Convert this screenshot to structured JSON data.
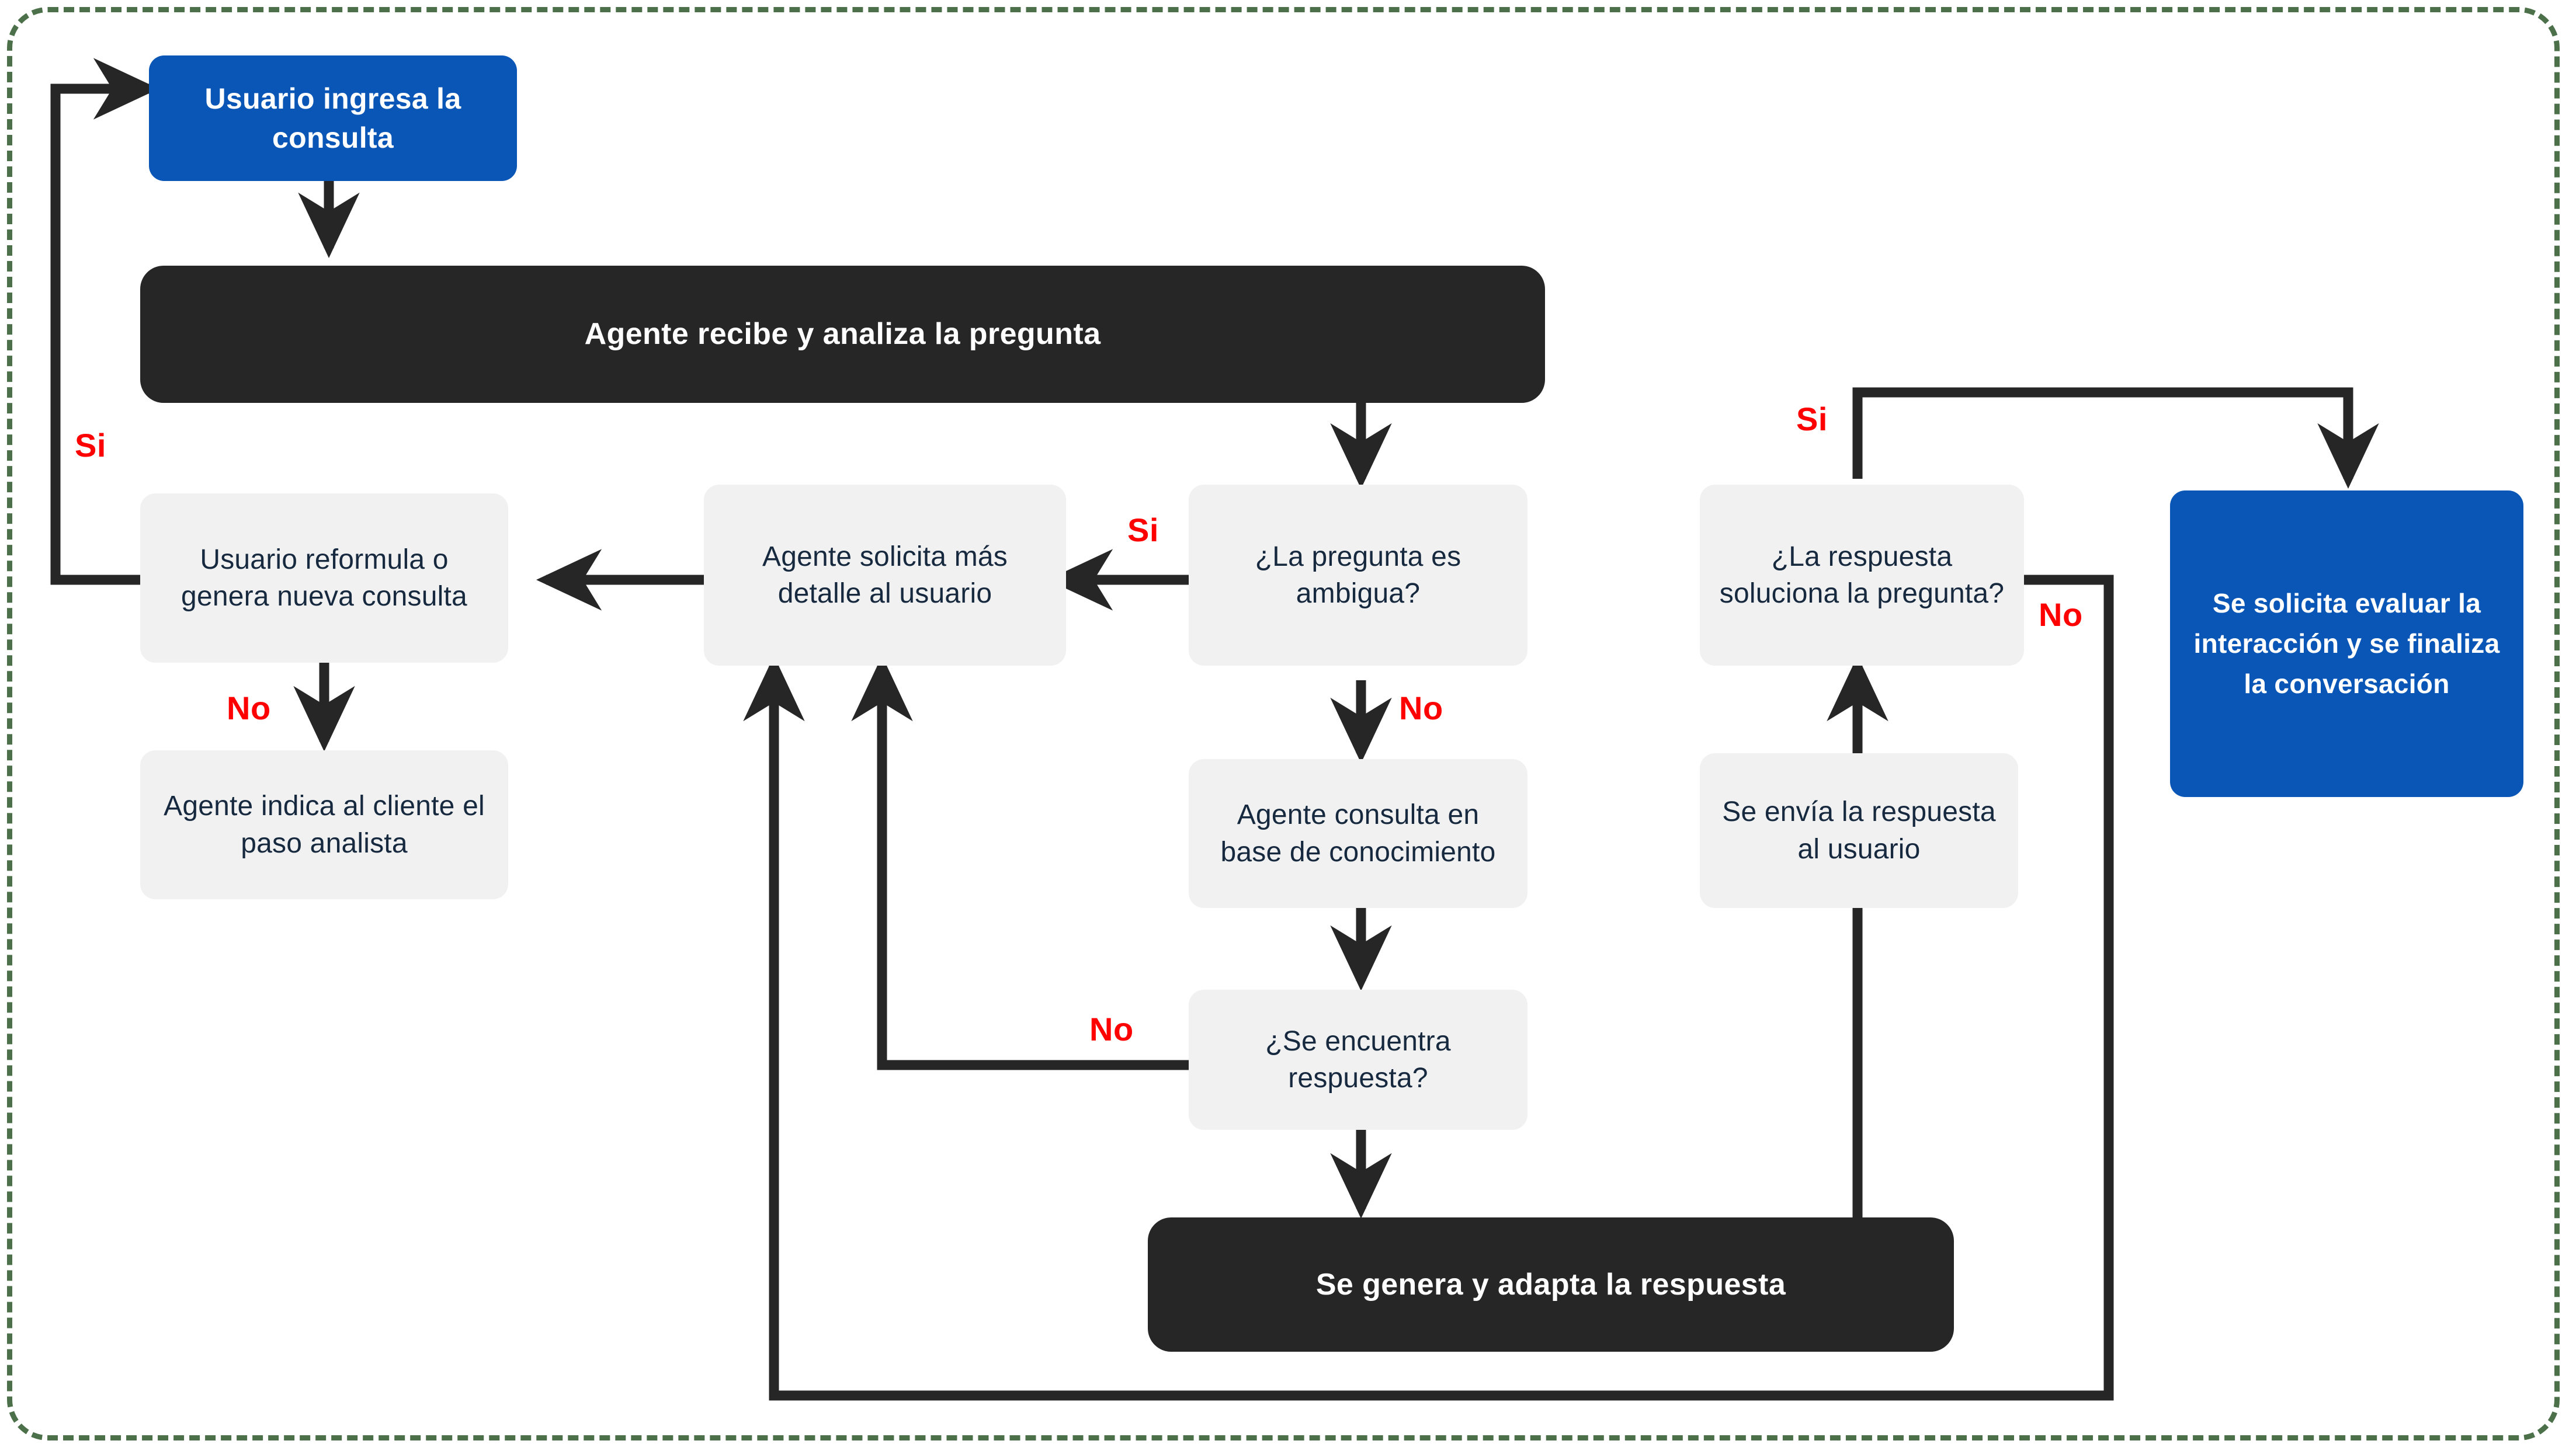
{
  "diagram": {
    "title_text_language": "es",
    "colors": {
      "frame_border": "#4c7049",
      "terminal_blue": "#0a56b7",
      "banner_dark": "#262626",
      "process_gray": "#f1f1f1",
      "process_text": "#16293f",
      "label_red": "#ff0000",
      "connector": "#262626",
      "canvas": "#ffffff"
    },
    "nodes": [
      {
        "id": "start",
        "kind": "terminal",
        "label": "Usuario ingresa la consulta"
      },
      {
        "id": "analiza",
        "kind": "banner",
        "label": "Agente recibe y analiza la pregunta"
      },
      {
        "id": "reformula",
        "kind": "process",
        "label": "Usuario reformula o genera nueva consulta"
      },
      {
        "id": "indica",
        "kind": "process",
        "label": "Agente indica al cliente el paso analista"
      },
      {
        "id": "solicita",
        "kind": "process",
        "label": "Agente solicita más detalle al usuario"
      },
      {
        "id": "ambigua",
        "kind": "decision",
        "label": "¿La pregunta es ambigua?"
      },
      {
        "id": "consulta_base",
        "kind": "process",
        "label": "Agente consulta en base de conocimiento"
      },
      {
        "id": "encuentra",
        "kind": "decision",
        "label": "¿Se encuentra respuesta?"
      },
      {
        "id": "genera",
        "kind": "banner",
        "label": "Se genera y adapta la respuesta"
      },
      {
        "id": "envia",
        "kind": "process",
        "label": "Se envía la respuesta al usuario"
      },
      {
        "id": "soluciona",
        "kind": "decision",
        "label": "¿La respuesta soluciona la pregunta?"
      },
      {
        "id": "finaliza",
        "kind": "terminal",
        "label": "Se solicita evaluar la interacción y se finaliza la conversación"
      }
    ],
    "edge_labels": [
      {
        "id": "si-reformula-start",
        "text": "Si",
        "from": "reformula",
        "to": "start"
      },
      {
        "id": "no-reformula-indica",
        "text": "No",
        "from": "reformula",
        "to": "indica"
      },
      {
        "id": "si-ambigua-solicita",
        "text": "Si",
        "from": "ambigua",
        "to": "solicita"
      },
      {
        "id": "no-ambigua-consulta",
        "text": "No",
        "from": "ambigua",
        "to": "consulta_base"
      },
      {
        "id": "no-encuentra-solicita",
        "text": "No",
        "from": "encuentra",
        "to": "solicita"
      },
      {
        "id": "si-soluciona-finaliza",
        "text": "Si",
        "from": "soluciona",
        "to": "finaliza"
      },
      {
        "id": "no-soluciona-loop",
        "text": "No",
        "from": "soluciona",
        "to": "solicita"
      }
    ]
  }
}
